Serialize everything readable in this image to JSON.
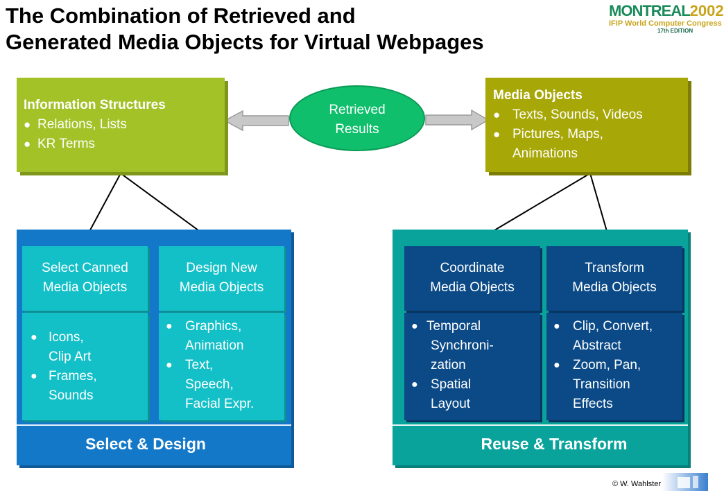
{
  "title": {
    "line1": "The Combination of Retrieved and",
    "line2": "Generated Media Objects for Virtual Webpages"
  },
  "logo": {
    "brand_a": "MONTREAL",
    "brand_b": "2002",
    "subtitle": "IFIP World Computer Congress",
    "edition": "17th EDITION"
  },
  "info_box": {
    "heading": "Information Structures",
    "items": [
      "Relations, Lists",
      "KR Terms"
    ]
  },
  "center": {
    "line1": "Retrieved",
    "line2": "Results"
  },
  "media_box": {
    "heading": "Media Objects",
    "items": [
      "Texts, Sounds, Videos",
      "Pictures, Maps,",
      "Animations"
    ]
  },
  "left_panel": {
    "footer": "Select & Design",
    "col1": {
      "head1": "Select Canned",
      "head2": "Media Objects",
      "items": [
        {
          "b1": "Icons,",
          "b2": "Clip Art"
        },
        {
          "b1": "Frames,",
          "b2": "Sounds"
        }
      ]
    },
    "col2": {
      "head1": "Design New",
      "head2": "Media Objects",
      "items": [
        {
          "b1": "Graphics,",
          "b2": "Animation"
        },
        {
          "b1": "Text,",
          "b2": "Speech,",
          "b3": "Facial Expr."
        }
      ]
    }
  },
  "right_panel": {
    "footer": "Reuse & Transform",
    "col1": {
      "head1": "Coordinate",
      "head2": "Media Objects",
      "items": [
        {
          "b1": "Temporal",
          "b2": "Synchroni-",
          "b3": "zation"
        },
        {
          "b1": "Spatial",
          "b2": "Layout"
        }
      ]
    },
    "col2": {
      "head1": "Transform",
      "head2": "Media Objects",
      "items": [
        {
          "b1": "Clip, Convert,",
          "b2": "Abstract"
        },
        {
          "b1": "Zoom, Pan,",
          "b2": "Transition",
          "b3": "Effects"
        }
      ]
    }
  },
  "copyright": "© W. Wahlster",
  "colors": {
    "info_green": "#a2c227",
    "media_olive": "#a7a708",
    "ellipse_green": "#0fbf6c",
    "panel_blue": "#1478c8",
    "panel_teal": "#0aa39c",
    "col_cyan": "#14c0c8",
    "col_navy": "#0b4a86"
  }
}
